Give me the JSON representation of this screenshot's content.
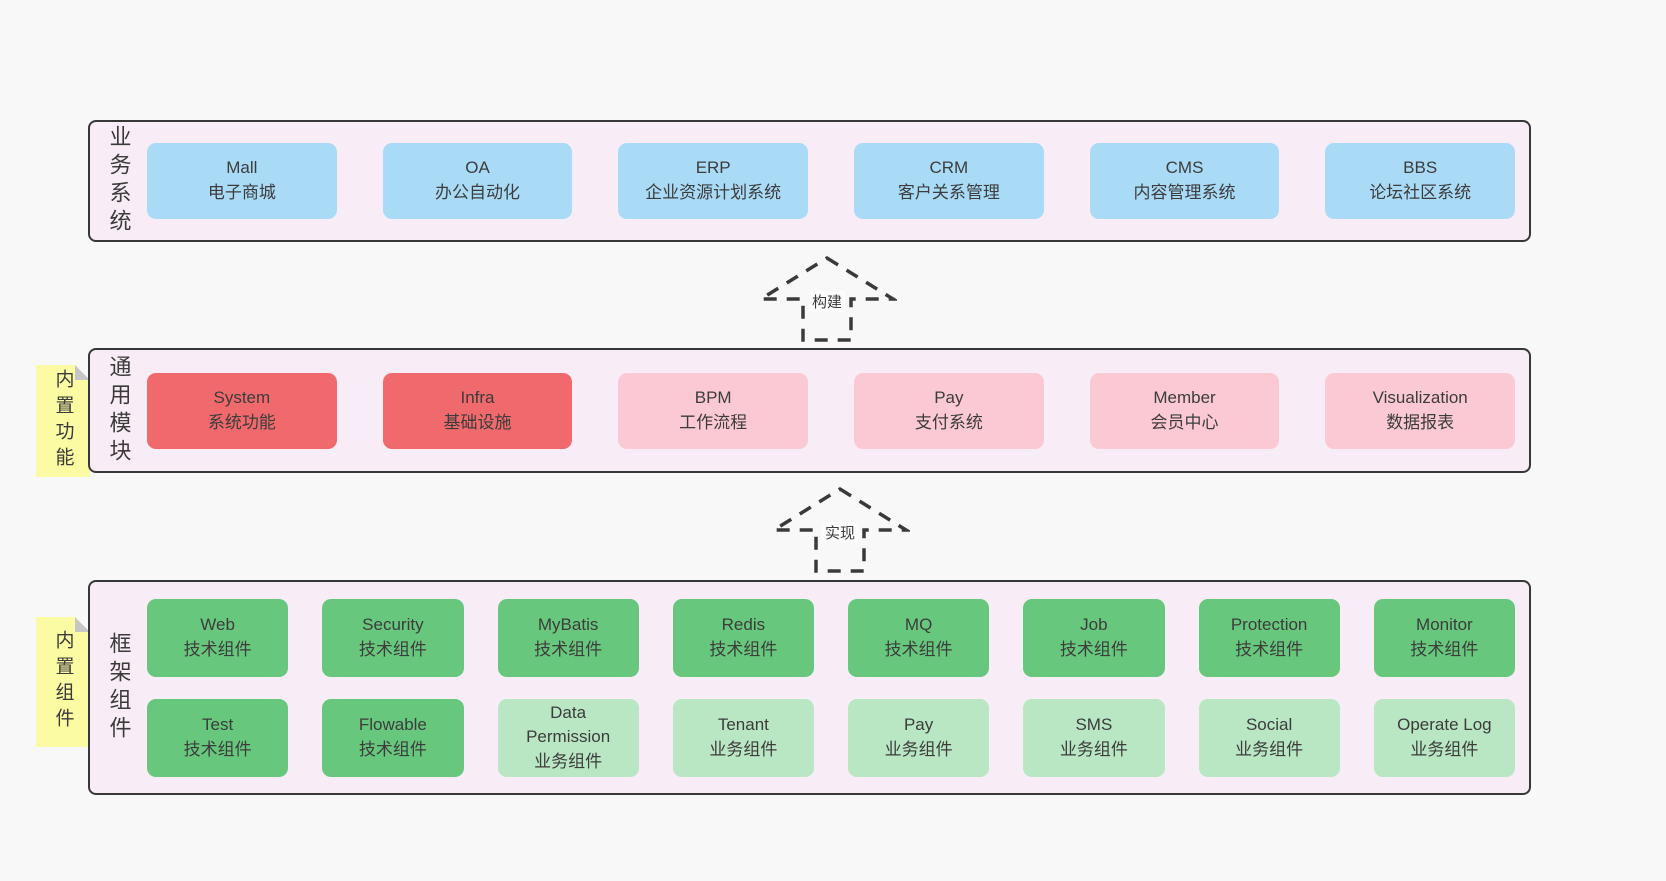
{
  "colors": {
    "page_bg": "#f8f8f8",
    "panel_bg": "#f8edf6",
    "panel_border": "#383838",
    "blue_box": "#a9dbf7",
    "red_box": "#f0696c",
    "pink_box": "#fbc9d3",
    "green_box": "#67c87d",
    "light_green_box": "#b9e6c3",
    "note_yellow": "#fbfba3",
    "note_fold_gray": "#c6c6c6",
    "text": "#3b3b3b"
  },
  "arrows": {
    "build": {
      "label": "构建"
    },
    "implement": {
      "label": "实现"
    }
  },
  "layers": {
    "business": {
      "side_label": "业务系统",
      "boxes": [
        {
          "title": "Mall",
          "subtitle": "电子商城"
        },
        {
          "title": "OA",
          "subtitle": "办公自动化"
        },
        {
          "title": "ERP",
          "subtitle": "企业资源计划系统"
        },
        {
          "title": "CRM",
          "subtitle": "客户关系管理"
        },
        {
          "title": "CMS",
          "subtitle": "内容管理系统"
        },
        {
          "title": "BBS",
          "subtitle": "论坛社区系统"
        }
      ]
    },
    "modules": {
      "side_label": "通用模块",
      "note": "内置功能",
      "boxes": [
        {
          "title": "System",
          "subtitle": "系统功能"
        },
        {
          "title": "Infra",
          "subtitle": "基础设施"
        },
        {
          "title": "BPM",
          "subtitle": "工作流程"
        },
        {
          "title": "Pay",
          "subtitle": "支付系统"
        },
        {
          "title": "Member",
          "subtitle": "会员中心"
        },
        {
          "title": "Visualization",
          "subtitle": "数据报表"
        }
      ]
    },
    "components": {
      "side_label": "框架组件",
      "note": "内置组件",
      "row1": [
        {
          "title": "Web",
          "subtitle": "技术组件"
        },
        {
          "title": "Security",
          "subtitle": "技术组件"
        },
        {
          "title": "MyBatis",
          "subtitle": "技术组件"
        },
        {
          "title": "Redis",
          "subtitle": "技术组件"
        },
        {
          "title": "MQ",
          "subtitle": "技术组件"
        },
        {
          "title": "Job",
          "subtitle": "技术组件"
        },
        {
          "title": "Protection",
          "subtitle": "技术组件"
        },
        {
          "title": "Monitor",
          "subtitle": "技术组件"
        }
      ],
      "row2": [
        {
          "title": "Test",
          "subtitle": "技术组件"
        },
        {
          "title": "Flowable",
          "subtitle": "技术组件"
        },
        {
          "title": "Data Permission",
          "subtitle": "业务组件"
        },
        {
          "title": "Tenant",
          "subtitle": "业务组件"
        },
        {
          "title": "Pay",
          "subtitle": "业务组件"
        },
        {
          "title": "SMS",
          "subtitle": "业务组件"
        },
        {
          "title": "Social",
          "subtitle": "业务组件"
        },
        {
          "title": "Operate Log",
          "subtitle": "业务组件"
        }
      ]
    }
  }
}
